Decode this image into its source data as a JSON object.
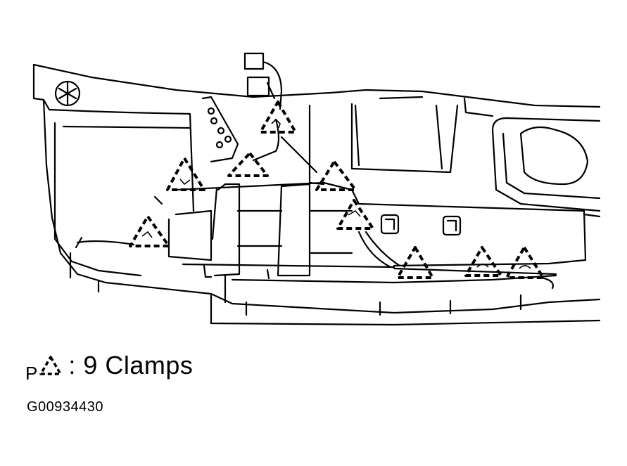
{
  "legend": {
    "prefix": "P",
    "symbol_icon": "dashed-triangle-clamp-icon",
    "text": ": 9 Clamps"
  },
  "figure_code": "G00934430",
  "clamp_count": 9,
  "colors": {
    "line": "#000000",
    "background": "#ffffff"
  }
}
